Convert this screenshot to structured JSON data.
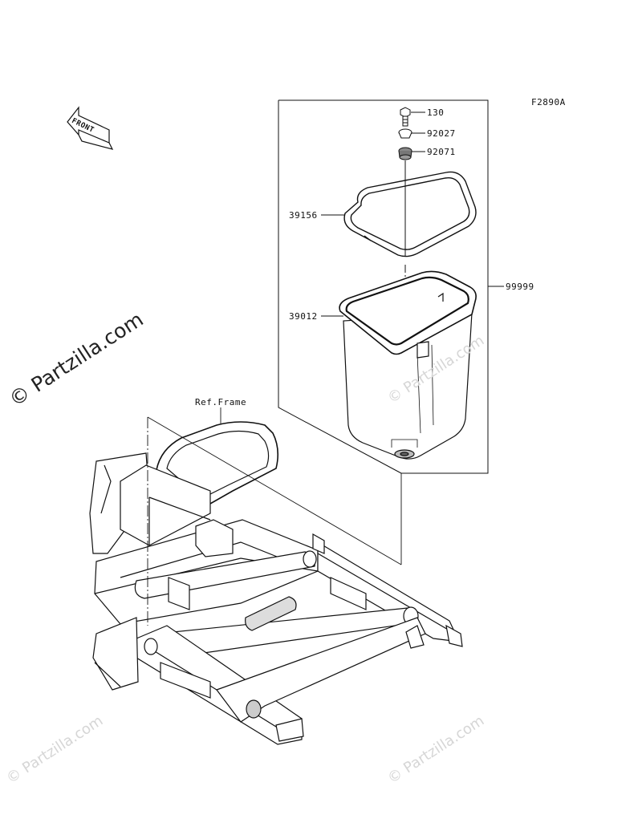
{
  "diagram": {
    "code": "F2890A",
    "reference": "Ref.Frame",
    "front_label": "FRONT",
    "parts": [
      {
        "number": "130"
      },
      {
        "number": "92027"
      },
      {
        "number": "92071"
      },
      {
        "number": "39156"
      },
      {
        "number": "39012"
      },
      {
        "number": "99999"
      }
    ]
  },
  "watermark": {
    "text": "© Partzilla.com",
    "color": "#d6d6d6"
  }
}
